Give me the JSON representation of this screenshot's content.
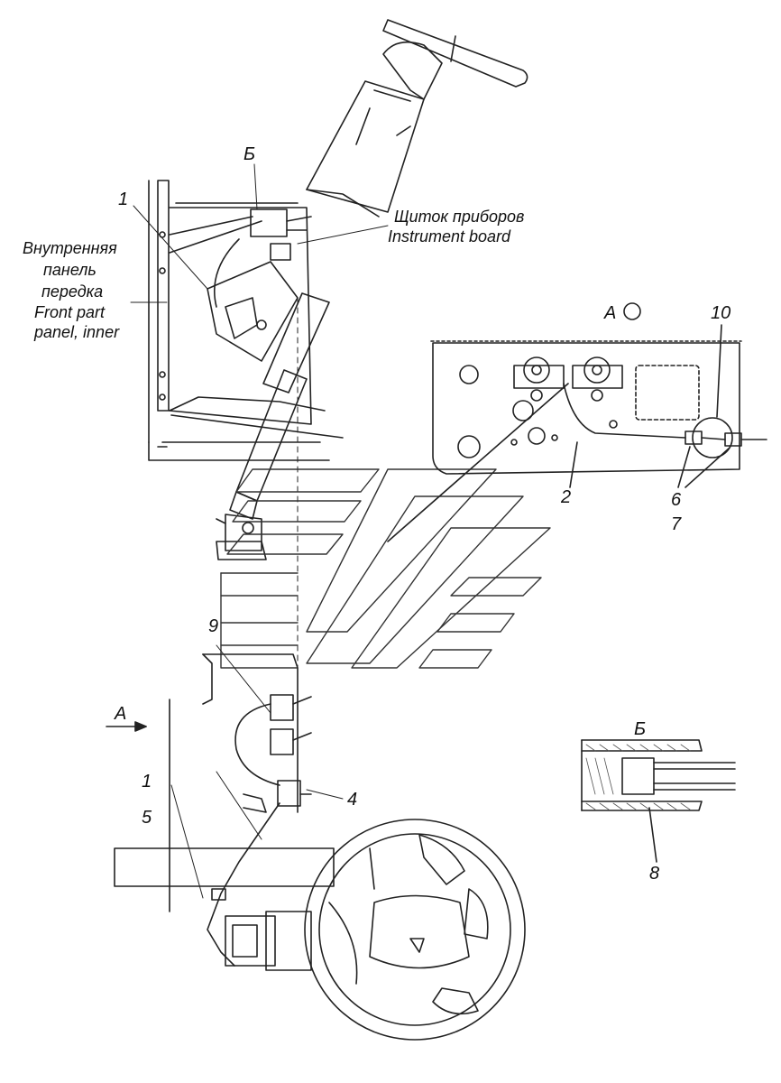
{
  "labels": {
    "section_b_top": "Б",
    "callout_1_top": "1",
    "instrument_board_ru": "Щиток приборов",
    "instrument_board_en": "Instrument board",
    "inner_panel_ru_1": "Внутренняя",
    "inner_panel_ru_2": "панель",
    "inner_panel_ru_3": "передка",
    "inner_panel_en_1": "Front part",
    "inner_panel_en_2": "panel, inner",
    "view_a": "А",
    "callout_10": "10",
    "callout_2": "2",
    "callout_6": "6",
    "callout_7": "7",
    "callout_9": "9",
    "arrow_a": "А",
    "callout_1_bottom": "1",
    "callout_5": "5",
    "callout_4": "4",
    "section_b_detail": "Б",
    "callout_8": "8"
  }
}
